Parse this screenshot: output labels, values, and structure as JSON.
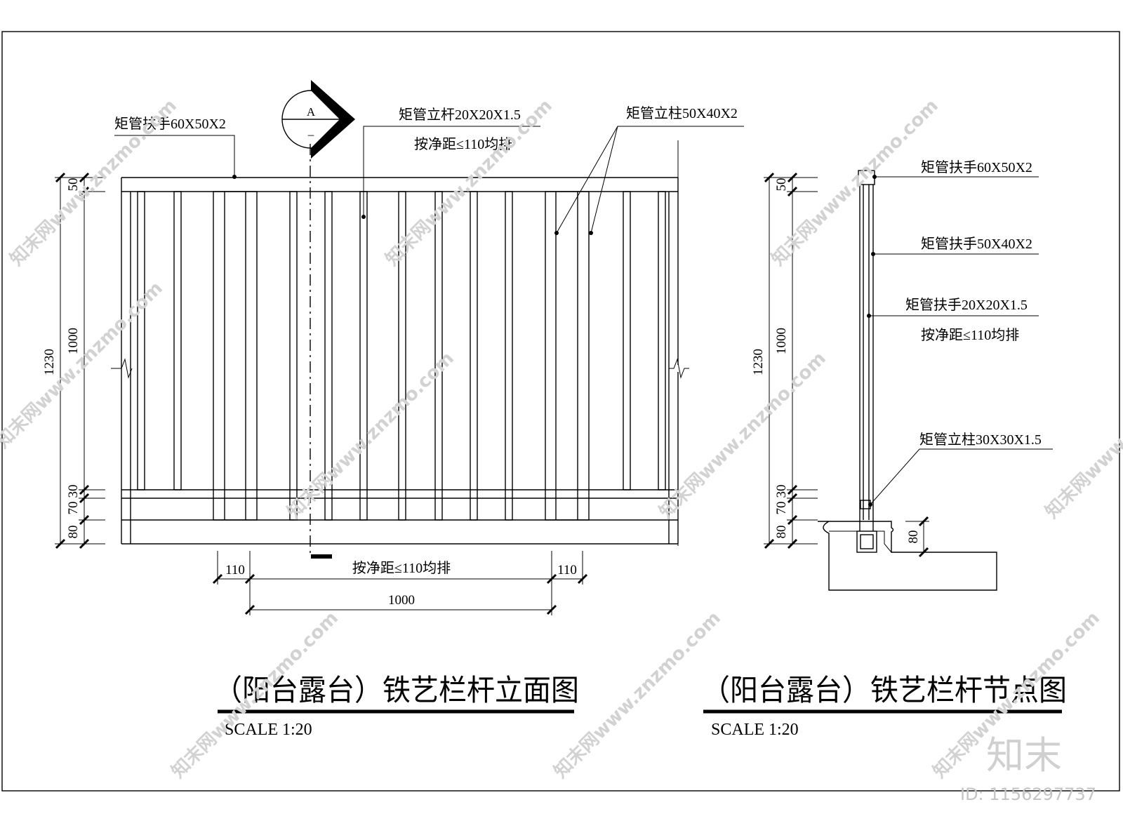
{
  "elevation": {
    "title": "（阳台露台）铁艺栏杆立面图",
    "scale": "SCALE 1:20",
    "section_mark": {
      "letter": "A",
      "sheet": "–"
    },
    "labels": {
      "handrail": "矩管扶手60X50X2",
      "baluster": "矩管立杆20X20X1.5",
      "baluster_spacing": "按净距≤110均排",
      "post": "矩管立柱50X40X2"
    },
    "dims_vertical": {
      "total": "1230",
      "top": "50",
      "mid": "1000",
      "d30": "30",
      "d70": "70",
      "d80": "80"
    },
    "dims_horizontal": {
      "left": "110",
      "right": "110",
      "spacing_note": "按净距≤110均排",
      "span": "1000"
    }
  },
  "detail": {
    "title": "（阳台露台）铁艺栏杆节点图",
    "scale": "SCALE 1:20",
    "labels": {
      "handrail_top": "矩管扶手60X50X2",
      "handrail_mid": "矩管扶手50X40X2",
      "handrail_small": "矩管扶手20X20X1.5",
      "spacing": "按净距≤110均排",
      "post": "矩管立柱30X30X1.5"
    },
    "dims_vertical": {
      "total": "1230",
      "top": "50",
      "mid": "1000",
      "d30": "30",
      "d70": "70",
      "d80": "80",
      "slab": "80"
    }
  },
  "watermark": {
    "site": "知末网www.znzmo.com",
    "logo": "知末",
    "image_id": "ID: 1156297737"
  }
}
